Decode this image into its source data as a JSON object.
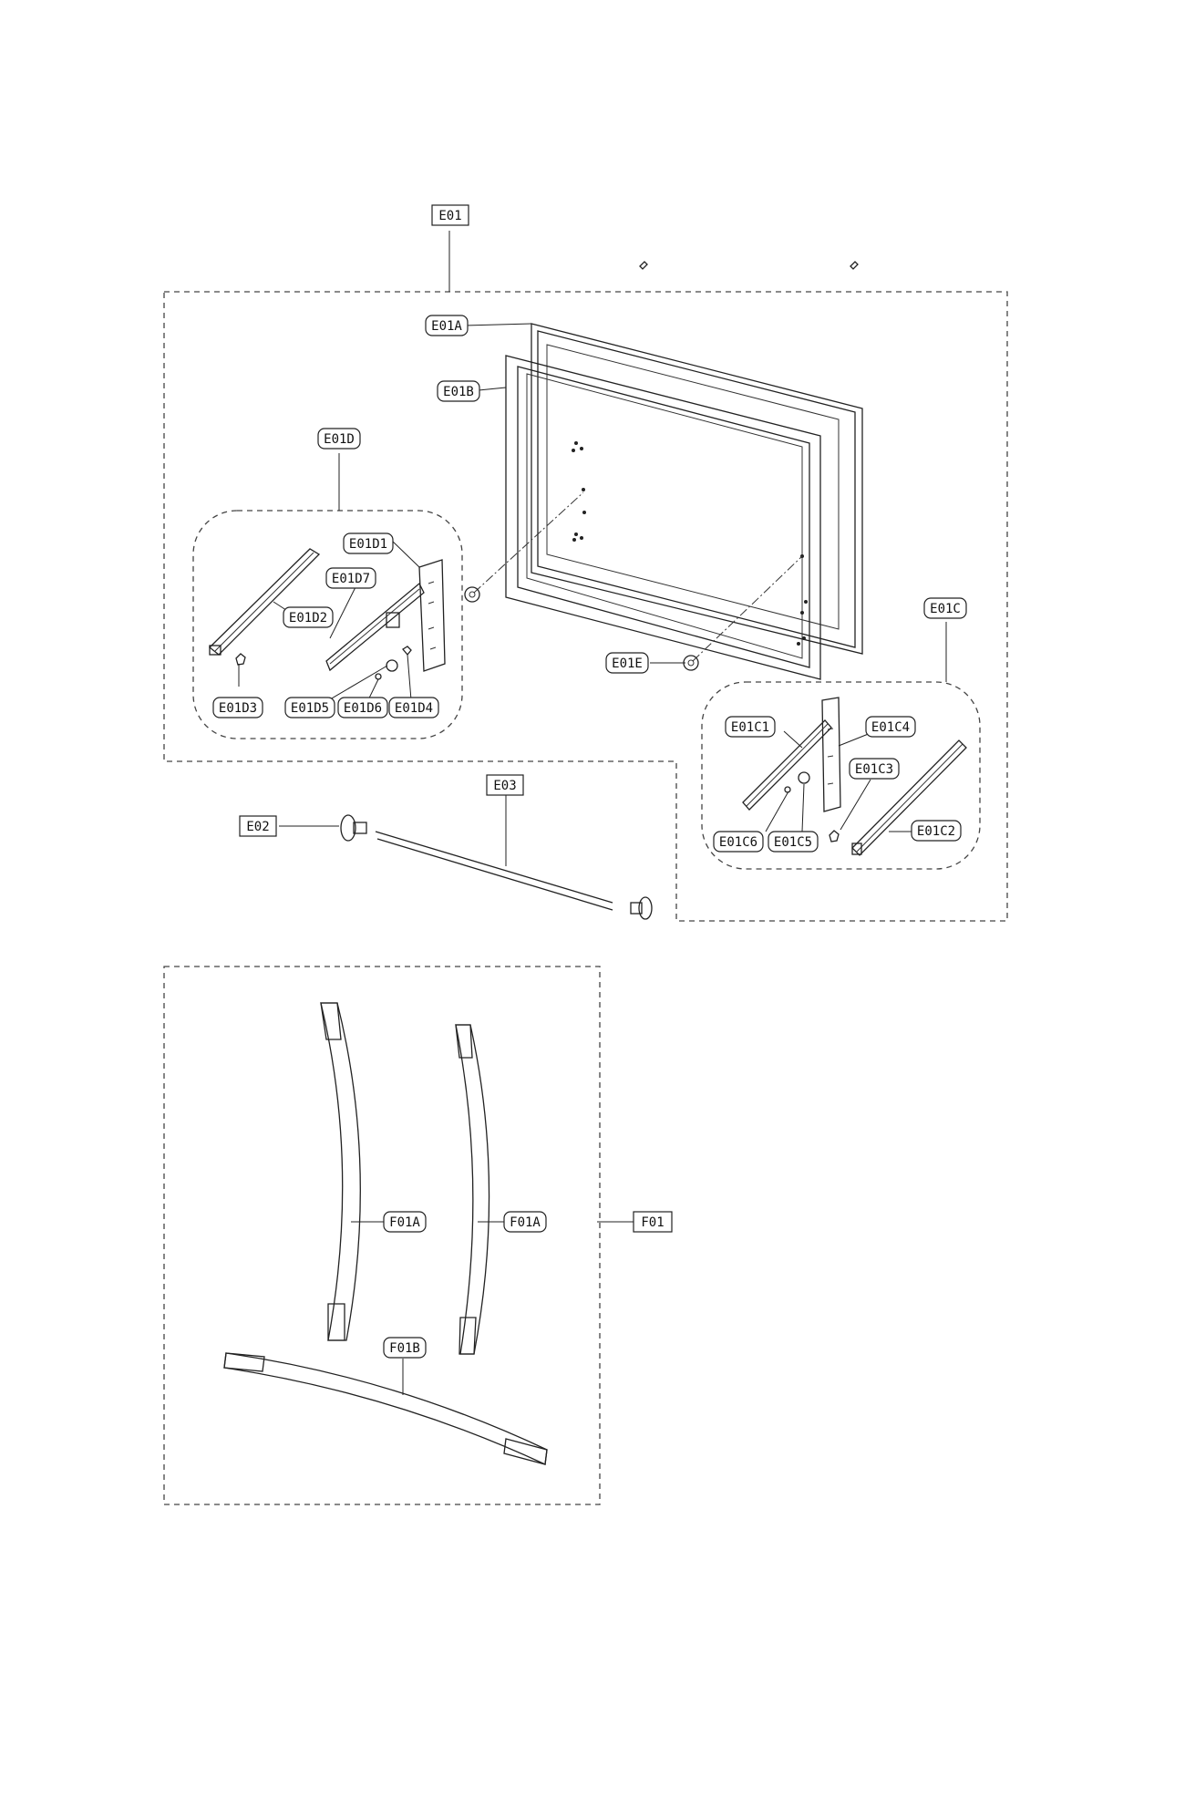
{
  "labels": {
    "E01": "E01",
    "E01A": "E01A",
    "E01B": "E01B",
    "E01D": "E01D",
    "E01D1": "E01D1",
    "E01D7": "E01D7",
    "E01D2": "E01D2",
    "E01D3": "E01D3",
    "E01D5": "E01D5",
    "E01D6": "E01D6",
    "E01D4": "E01D4",
    "E01E": "E01E",
    "E01C": "E01C",
    "E01C1": "E01C1",
    "E01C4": "E01C4",
    "E01C3": "E01C3",
    "E01C2": "E01C2",
    "E01C6": "E01C6",
    "E01C5": "E01C5",
    "E02": "E02",
    "E03": "E03",
    "F01A_left": "F01A",
    "F01A_right": "F01A",
    "F01": "F01",
    "F01B": "F01B"
  },
  "colors": {
    "line": "#222222",
    "background": "#ffffff"
  }
}
